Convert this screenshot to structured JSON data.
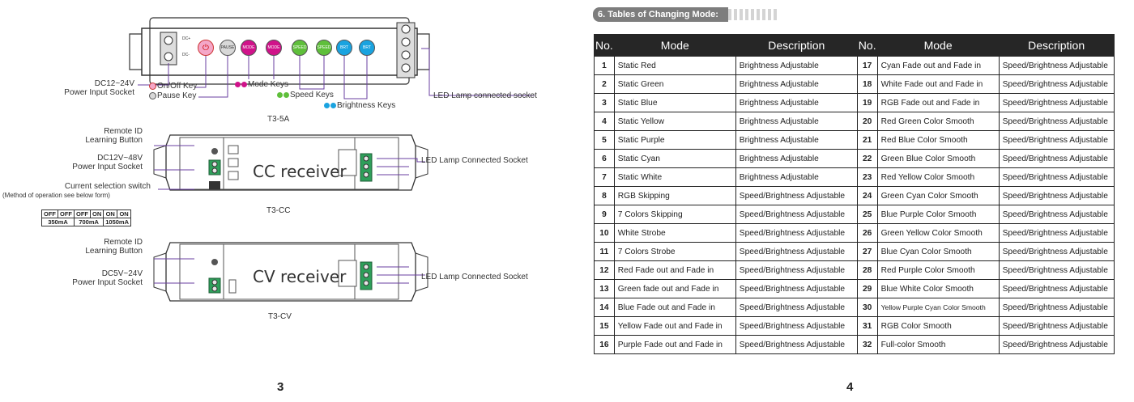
{
  "left_page": {
    "t35a": {
      "caption": "T3-5A",
      "power_label": "DC12~24V\nPower Input Socket",
      "onoff_label": "On/Off  Key",
      "pause_label": "Pause Key",
      "mode_keys_label": "Mode Keys",
      "speed_keys_label": "Speed Keys",
      "brightness_keys_label": "Brightness Keys",
      "output_label": "LED Lamp connected socket",
      "dc_plus": "DC+",
      "dc_minus": "DC-",
      "pause_btn": "PAUSE",
      "mode_btn": "MODE",
      "speed_btn": "SPEED",
      "bri_btn": "BRT"
    },
    "t3cc": {
      "caption": "T3-CC",
      "receiver_text": "CC receiver",
      "remote_label": "Remote ID\nLearning Button",
      "power_label": "DC12V~48V\nPower Input Socket",
      "switch_label": "Current selection switch",
      "switch_note": "(Method of operation see below form)",
      "output_label": "LED Lamp Connected Socket",
      "switch_table": {
        "row1": [
          "OFF",
          "OFF",
          "OFF",
          "ON",
          "ON",
          "ON"
        ],
        "row2": [
          "350mA",
          "700mA",
          "1050mA"
        ]
      }
    },
    "t3cv": {
      "caption": "T3-CV",
      "receiver_text": "CV receiver",
      "remote_label": "Remote ID\nLearning Button",
      "power_label": "DC5V~24V\nPower Input Socket",
      "output_label": "LED Lamp Connected Socket"
    },
    "page_number": "3"
  },
  "right_page": {
    "section_title": "6. Tables of Changing Mode:",
    "headers": [
      "No.",
      "Mode",
      "Description",
      "No.",
      "Mode",
      "Description"
    ],
    "rows": [
      {
        "n1": "1",
        "m1": "Static Red",
        "d1": "Brightness Adjustable",
        "n2": "17",
        "m2": "Cyan Fade out and Fade in",
        "d2": "Speed/Brightness Adjustable"
      },
      {
        "n1": "2",
        "m1": "Static Green",
        "d1": "Brightness Adjustable",
        "n2": "18",
        "m2": "White Fade out and Fade in",
        "d2": "Speed/Brightness Adjustable"
      },
      {
        "n1": "3",
        "m1": "Static Blue",
        "d1": "Brightness Adjustable",
        "n2": "19",
        "m2": "RGB Fade out and Fade in",
        "d2": "Speed/Brightness Adjustable"
      },
      {
        "n1": "4",
        "m1": "Static Yellow",
        "d1": "Brightness Adjustable",
        "n2": "20",
        "m2": "Red Green Color Smooth",
        "d2": "Speed/Brightness Adjustable"
      },
      {
        "n1": "5",
        "m1": "Static Purple",
        "d1": "Brightness Adjustable",
        "n2": "21",
        "m2": "Red Blue  Color Smooth",
        "d2": "Speed/Brightness Adjustable"
      },
      {
        "n1": "6",
        "m1": "Static Cyan",
        "d1": "Brightness Adjustable",
        "n2": "22",
        "m2": "Green Blue Color Smooth",
        "d2": "Speed/Brightness Adjustable"
      },
      {
        "n1": "7",
        "m1": "Static White",
        "d1": "Brightness Adjustable",
        "n2": "23",
        "m2": "Red Yellow Color Smooth",
        "d2": "Speed/Brightness Adjustable"
      },
      {
        "n1": "8",
        "m1": "RGB Skipping",
        "d1": "Speed/Brightness Adjustable",
        "n2": "24",
        "m2": "Green Cyan Color Smooth",
        "d2": "Speed/Brightness Adjustable"
      },
      {
        "n1": "9",
        "m1": "7 Colors Skipping",
        "d1": "Speed/Brightness Adjustable",
        "n2": "25",
        "m2": "Blue Purple Color Smooth",
        "d2": "Speed/Brightness Adjustable"
      },
      {
        "n1": "10",
        "m1": "White Strobe",
        "d1": "Speed/Brightness Adjustable",
        "n2": "26",
        "m2": "Green Yellow Color Smooth",
        "d2": "Speed/Brightness Adjustable"
      },
      {
        "n1": "11",
        "m1": "7 Colors Strobe",
        "d1": "Speed/Brightness Adjustable",
        "n2": "27",
        "m2": "Blue Cyan Color Smooth",
        "d2": "Speed/Brightness Adjustable"
      },
      {
        "n1": "12",
        "m1": "Red Fade out and Fade in",
        "d1": "Speed/Brightness Adjustable",
        "n2": "28",
        "m2": "Red Purple Color Smooth",
        "d2": "Speed/Brightness Adjustable"
      },
      {
        "n1": "13",
        "m1": "Green fade out and Fade in",
        "d1": "Speed/Brightness Adjustable",
        "n2": "29",
        "m2": "Blue White Color Smooth",
        "d2": "Speed/Brightness Adjustable"
      },
      {
        "n1": "14",
        "m1": "Blue Fade out and Fade in",
        "d1": "Speed/Brightness Adjustable",
        "n2": "30",
        "m2": "Yellow Purple Cyan Color Smooth",
        "d2": "Speed/Brightness Adjustable"
      },
      {
        "n1": "15",
        "m1": "Yellow Fade out and Fade in",
        "d1": "Speed/Brightness Adjustable",
        "n2": "31",
        "m2": "RGB Color Smooth",
        "d2": "Speed/Brightness Adjustable"
      },
      {
        "n1": "16",
        "m1": "Purple Fade out and Fade in",
        "d1": "Speed/Brightness Adjustable",
        "n2": "32",
        "m2": "Full-color Smooth",
        "d2": "Speed/Brightness Adjustable"
      }
    ],
    "page_number": "4"
  },
  "colors": {
    "onoff": "#e94b8a",
    "mode": "#d0128a",
    "speed": "#5fbf3b",
    "brightness": "#1aa3e0",
    "callout_line": "#6a3fa0",
    "terminal": "#2e9f5a"
  }
}
